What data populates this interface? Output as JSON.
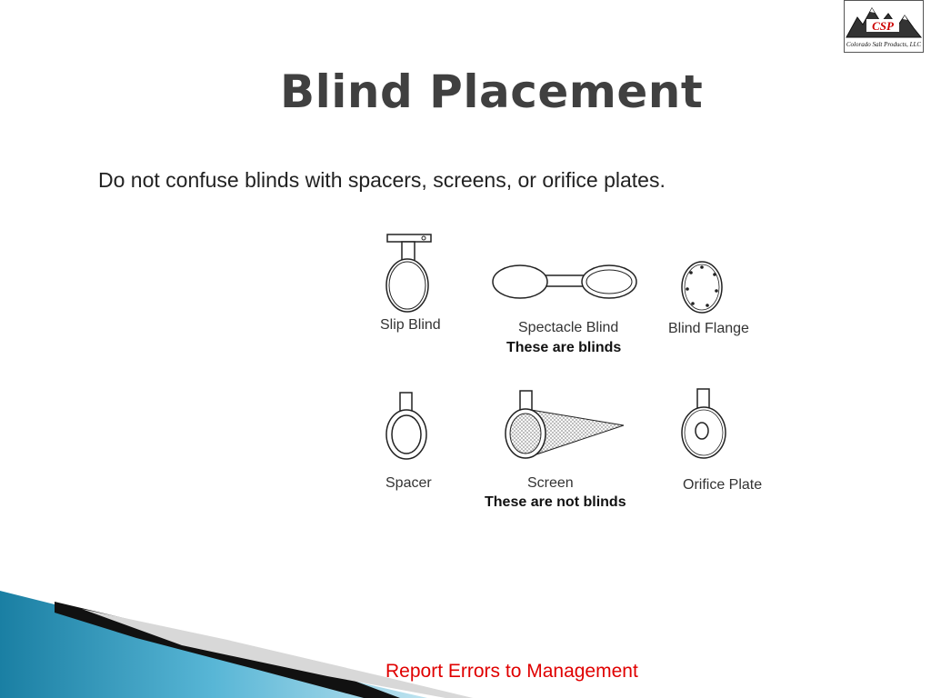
{
  "logo": {
    "text": "CSP",
    "subtext": "Colorado Salt Products, LLC"
  },
  "slide": {
    "title": "Blind Placement",
    "subtitle": "Do not confuse blinds with spacers, screens, or orifice plates."
  },
  "diagram": {
    "blinds": {
      "items": [
        {
          "label": "Slip Blind",
          "icon": "slip-blind-icon"
        },
        {
          "label": "Spectacle Blind",
          "icon": "spectacle-blind-icon"
        },
        {
          "label": "Blind Flange",
          "icon": "blind-flange-icon"
        }
      ],
      "caption": "These are blinds"
    },
    "not_blinds": {
      "items": [
        {
          "label": "Spacer",
          "icon": "spacer-icon"
        },
        {
          "label": "Screen",
          "icon": "screen-icon"
        },
        {
          "label": "Orifice Plate",
          "icon": "orifice-plate-icon"
        }
      ],
      "caption": "These are not blinds"
    }
  },
  "footer": {
    "text": "Report Errors to Management"
  },
  "colors": {
    "footer_text": "#e00000",
    "title": "#404040",
    "swoosh": "#1f8fb3"
  }
}
